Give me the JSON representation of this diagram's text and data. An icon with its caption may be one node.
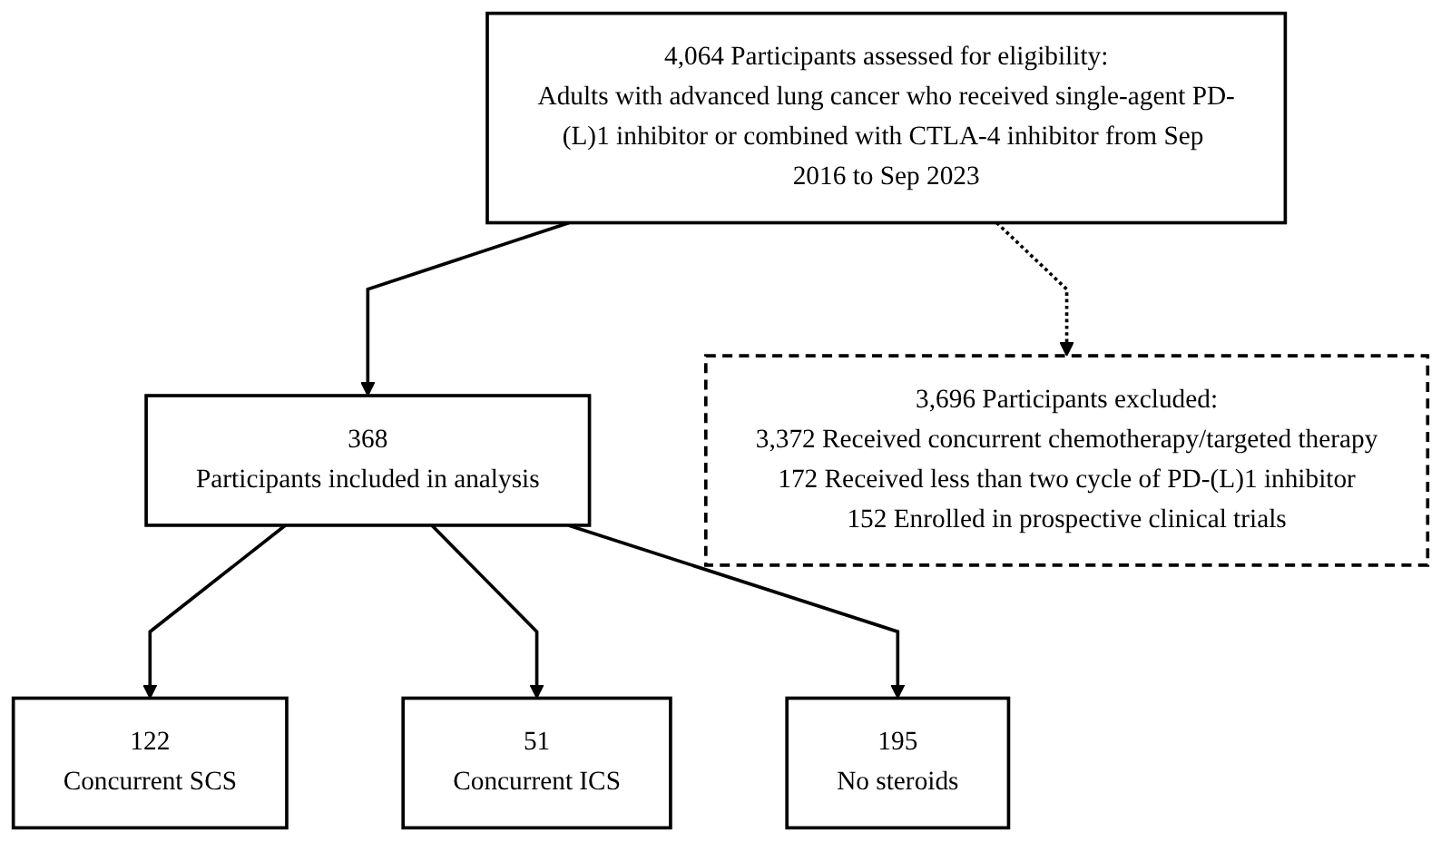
{
  "diagram": {
    "nodes": [
      {
        "text": [
          "4,064 Participants assessed for eligibility:",
          "Adults with advanced lung cancer who received single-agent PD-(L)1 inhibitor or combined with CTLA-4 inhibitor from Sep 2016 to Sep 2023"
        ]
      },
      {
        "text": [
          "3,696 Participants excluded:",
          "3,372 Received concurrent chemotherapy/targeted therapy",
          "172 Received less than two cycle of PD-(L)1 inhibitor",
          "152 Enrolled in prospective clinical trials"
        ]
      },
      {
        "text": [
          "368",
          "Participants included in analysis"
        ]
      },
      {
        "text": [
          "122",
          "Concurrent SCS"
        ]
      },
      {
        "text": [
          "51",
          "Concurrent ICS"
        ]
      },
      {
        "text": [
          "195",
          "No steroids"
        ]
      }
    ],
    "edges": [
      {
        "from": 0,
        "to": 2,
        "arrow": "to"
      },
      {
        "from": 0,
        "to": 1,
        "arrow": "to",
        "style": "dashed"
      },
      {
        "from": 2,
        "to": 3,
        "arrow": "to"
      },
      {
        "from": 2,
        "to": 4,
        "arrow": "to"
      },
      {
        "from": 2,
        "to": 5,
        "arrow": "to"
      }
    ]
  }
}
